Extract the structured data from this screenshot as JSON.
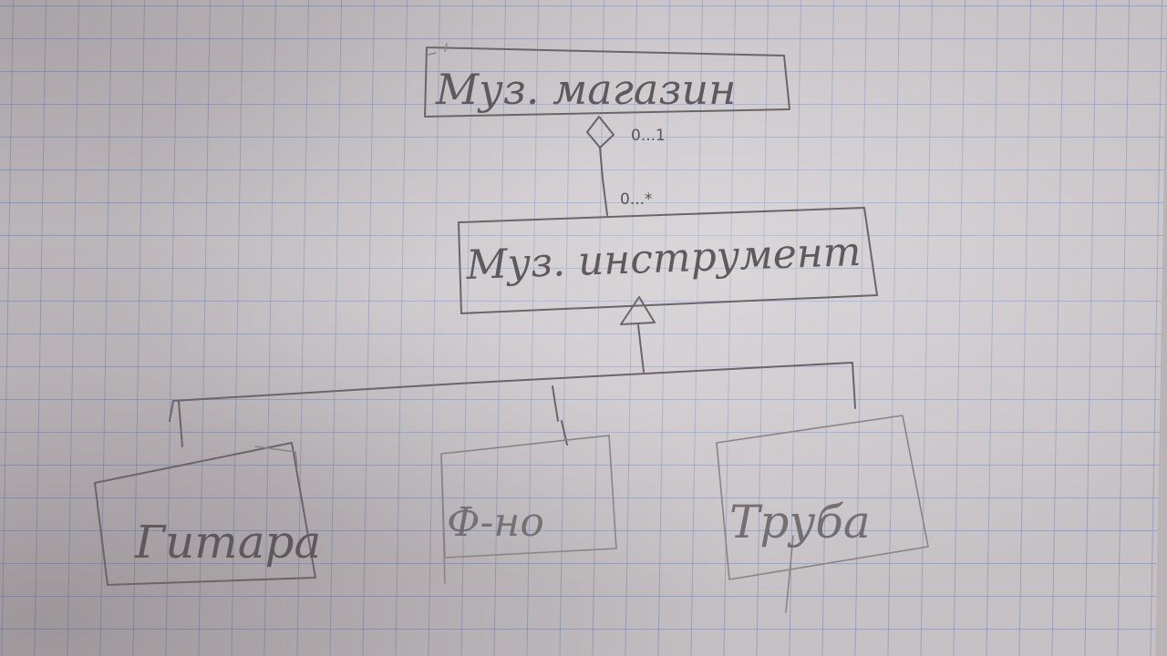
{
  "diagram": {
    "classes": {
      "store": "Муз. магазин",
      "instrument": "Муз. инструмент",
      "guitar": "Гитара",
      "piano": "Ф-но",
      "trumpet": "Труба"
    },
    "multiplicities": {
      "store_end": "0...1",
      "instrument_end": "0...*"
    },
    "relations": [
      {
        "type": "aggregation",
        "whole": "store",
        "part": "instrument"
      },
      {
        "type": "generalization",
        "parent": "instrument",
        "children": [
          "guitar",
          "piano",
          "trumpet"
        ]
      }
    ]
  }
}
